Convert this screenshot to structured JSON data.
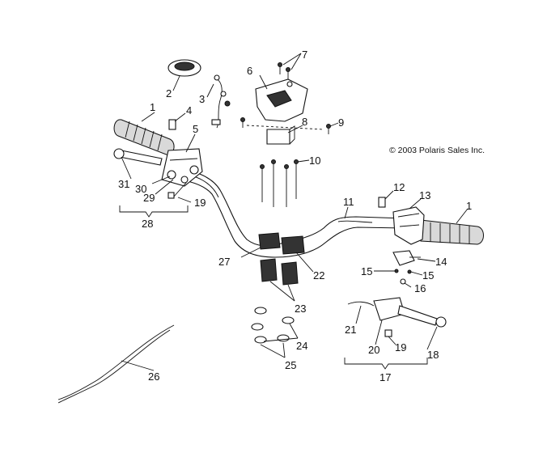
{
  "copyright": "© 2003 Polaris Sales Inc.",
  "callouts": {
    "c1a": "1",
    "c1b": "1",
    "c2": "2",
    "c3": "3",
    "c4": "4",
    "c5": "5",
    "c6": "6",
    "c7": "7",
    "c8": "8",
    "c9": "9",
    "c10": "10",
    "c11": "11",
    "c12": "12",
    "c13": "13",
    "c14": "14",
    "c15a": "15",
    "c15b": "15",
    "c16": "16",
    "c17": "17",
    "c18": "18",
    "c19a": "19",
    "c19b": "19",
    "c20": "20",
    "c21": "21",
    "c22": "22",
    "c23": "23",
    "c24": "24",
    "c25": "25",
    "c26": "26",
    "c27": "27",
    "c28": "28",
    "c29": "29",
    "c30": "30",
    "c31": "31"
  }
}
